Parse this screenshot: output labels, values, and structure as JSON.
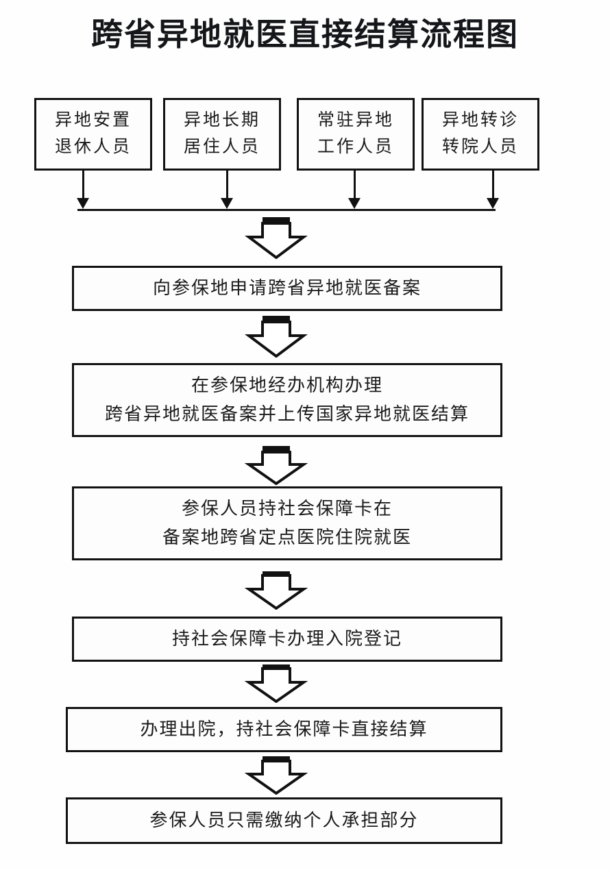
{
  "page": {
    "title": "跨省异地就医直接结算流程图",
    "background_color": "#fefefe",
    "ink_color": "#121212"
  },
  "diagram": {
    "type": "flowchart",
    "orientation": "top-to-bottom",
    "source_boxes": [
      {
        "id": "src-1",
        "lines": [
          "异地安置",
          "退休人员"
        ]
      },
      {
        "id": "src-2",
        "lines": [
          "异地长期",
          "居住人员"
        ]
      },
      {
        "id": "src-3",
        "lines": [
          "常驻异地",
          "工作人员"
        ]
      },
      {
        "id": "src-4",
        "lines": [
          "异地转诊",
          "转院人员"
        ]
      }
    ],
    "process_boxes": [
      {
        "id": "step-1",
        "lines": [
          "向参保地申请跨省异地就医备案"
        ]
      },
      {
        "id": "step-2",
        "lines": [
          "在参保地经办机构办理",
          "跨省异地就医备案并上传国家异地就医结算"
        ]
      },
      {
        "id": "step-3",
        "lines": [
          "参保人员持社会保障卡在",
          "备案地跨省定点医院住院就医"
        ]
      },
      {
        "id": "step-4",
        "lines": [
          "持社会保障卡办理入院登记"
        ]
      },
      {
        "id": "step-5",
        "lines": [
          "办理出院，持社会保障卡直接结算"
        ]
      },
      {
        "id": "step-6",
        "lines": [
          "参保人员只需缴纳个人承担部分"
        ]
      }
    ],
    "connectors": {
      "merge_note": "四个来源分别向下汇聚至一条横线",
      "arrow_style": "hollow-block-down-arrow",
      "count": 6
    }
  }
}
